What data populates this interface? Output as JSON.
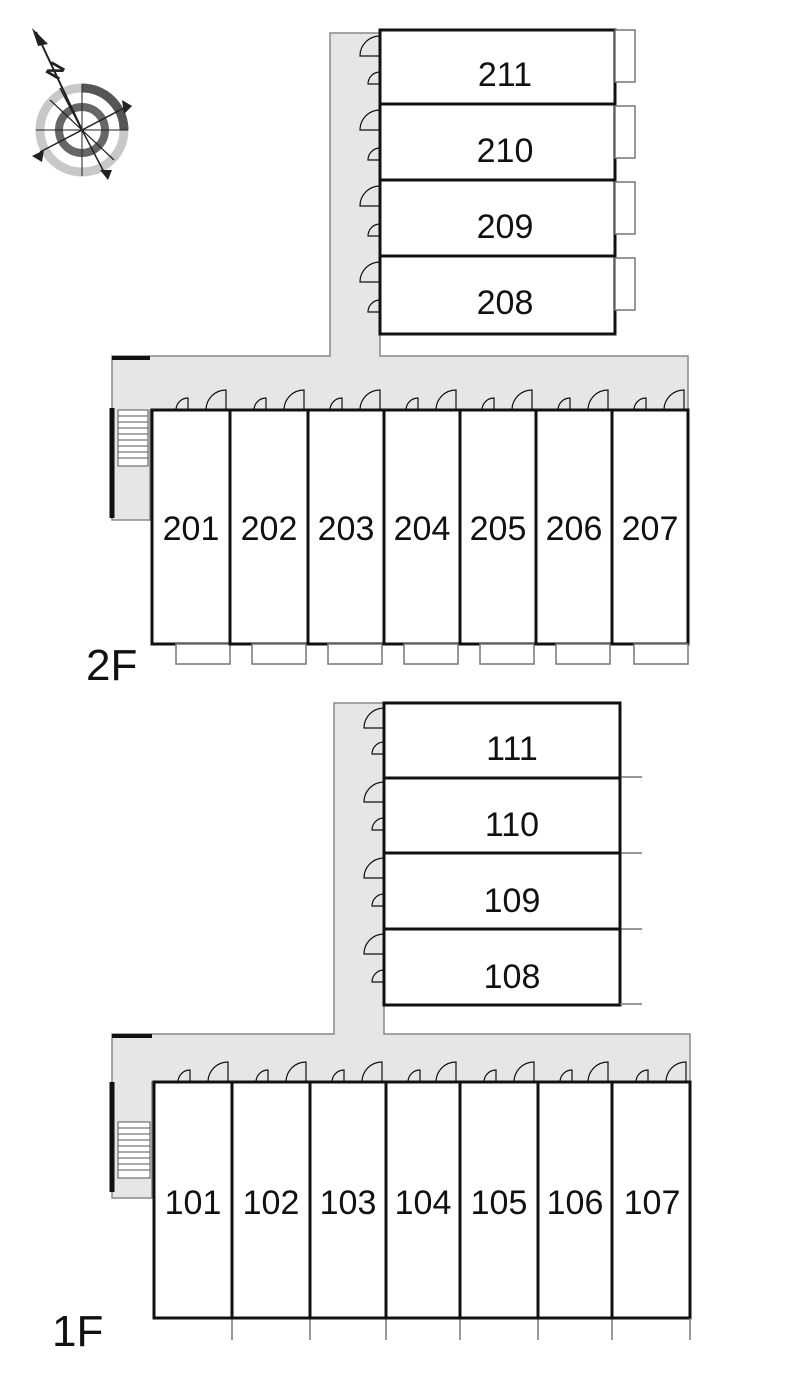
{
  "compass": {
    "label": "N",
    "icon": "compass-rose-icon"
  },
  "colors": {
    "corridor": "#e6e6e6",
    "wall": "#111111",
    "balcony": "#777777"
  },
  "floors": [
    {
      "id": "2F",
      "label": "2F",
      "units_row": [
        "201",
        "202",
        "203",
        "204",
        "205",
        "206",
        "207"
      ],
      "units_column": [
        "211",
        "210",
        "209",
        "208"
      ]
    },
    {
      "id": "1F",
      "label": "1F",
      "units_row": [
        "101",
        "102",
        "103",
        "104",
        "105",
        "106",
        "107"
      ],
      "units_column": [
        "111",
        "110",
        "109",
        "108"
      ]
    }
  ]
}
